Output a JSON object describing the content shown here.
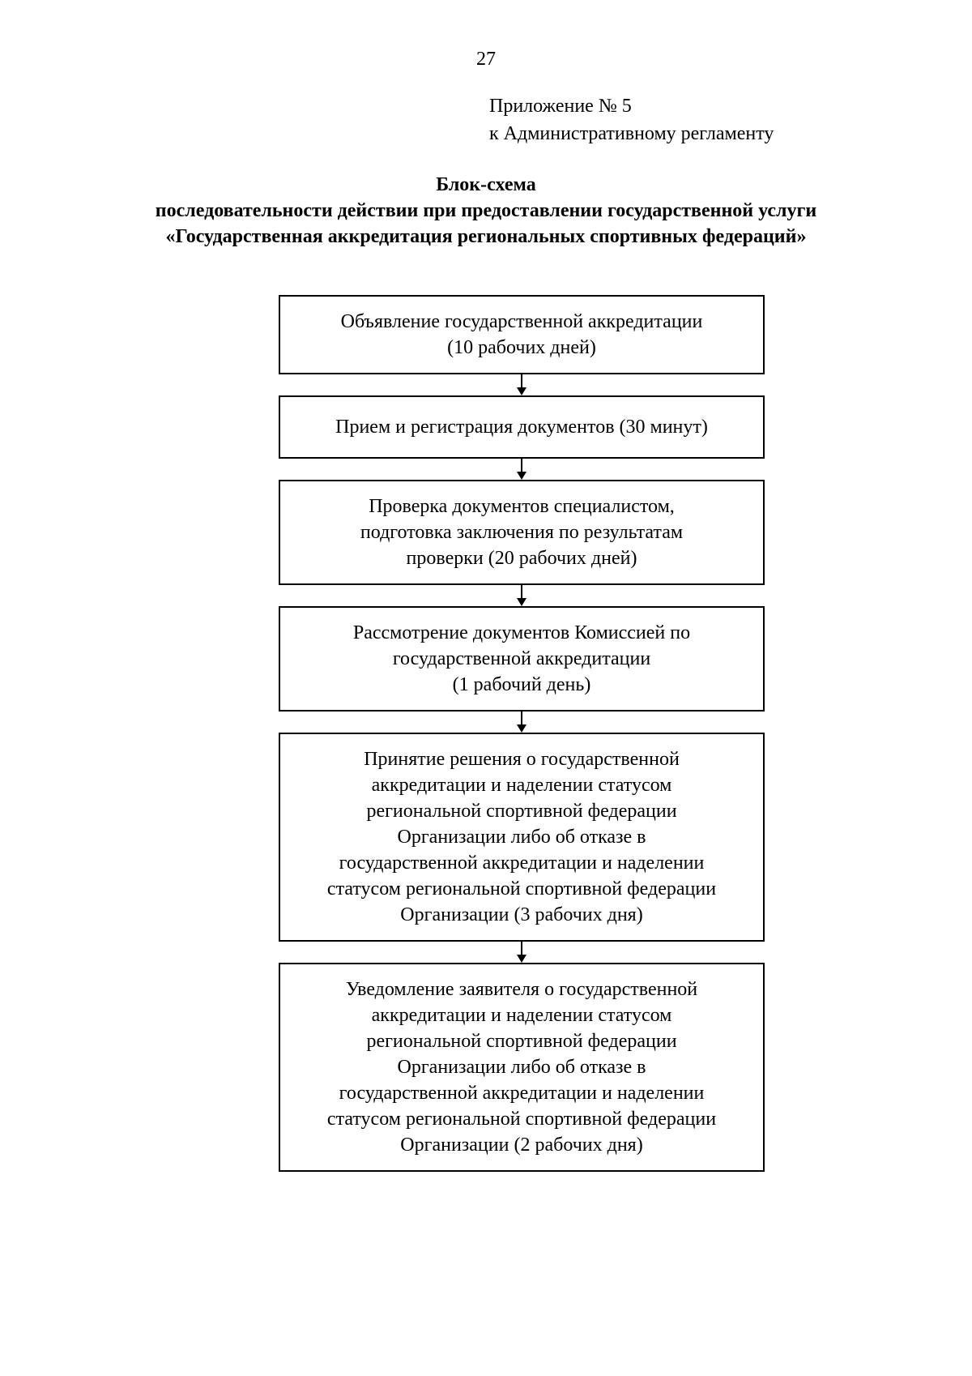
{
  "page": {
    "number": "27",
    "appendix": {
      "line1": "Приложение № 5",
      "line2": "к Административному регламенту"
    }
  },
  "title": {
    "line1": "Блок-схема",
    "line2": "последовательности действии при предоставлении государственной услуги",
    "line3": "«Государственная аккредитация региональных спортивных федераций»"
  },
  "flowchart": {
    "steps": [
      {
        "text": "Объявление государственной аккредитации\n(10 рабочих дней)"
      },
      {
        "text": "Прием и регистрация документов (30 минут)"
      },
      {
        "text": "Проверка документов специалистом,\nподготовка заключения по результатам\nпроверки (20 рабочих дней)"
      },
      {
        "text": "Рассмотрение документов Комиссией по\nгосударственной аккредитации\n(1 рабочий день)"
      },
      {
        "text": "Принятие решения о государственной\nаккредитации и наделении статусом\nрегиональной спортивной федерации\nОрганизации либо об отказе в\nгосударственной аккредитации и наделении\nстатусом региональной спортивной федерации\nОрганизации (3 рабочих дня)"
      },
      {
        "text": "Уведомление заявителя о государственной\nаккредитации и наделении статусом\nрегиональной спортивной федерации\nОрганизации либо об отказе в\nгосударственной аккредитации и наделении\nстатусом региональной спортивной федерации\nОрганизации (2 рабочих дня)"
      }
    ]
  }
}
